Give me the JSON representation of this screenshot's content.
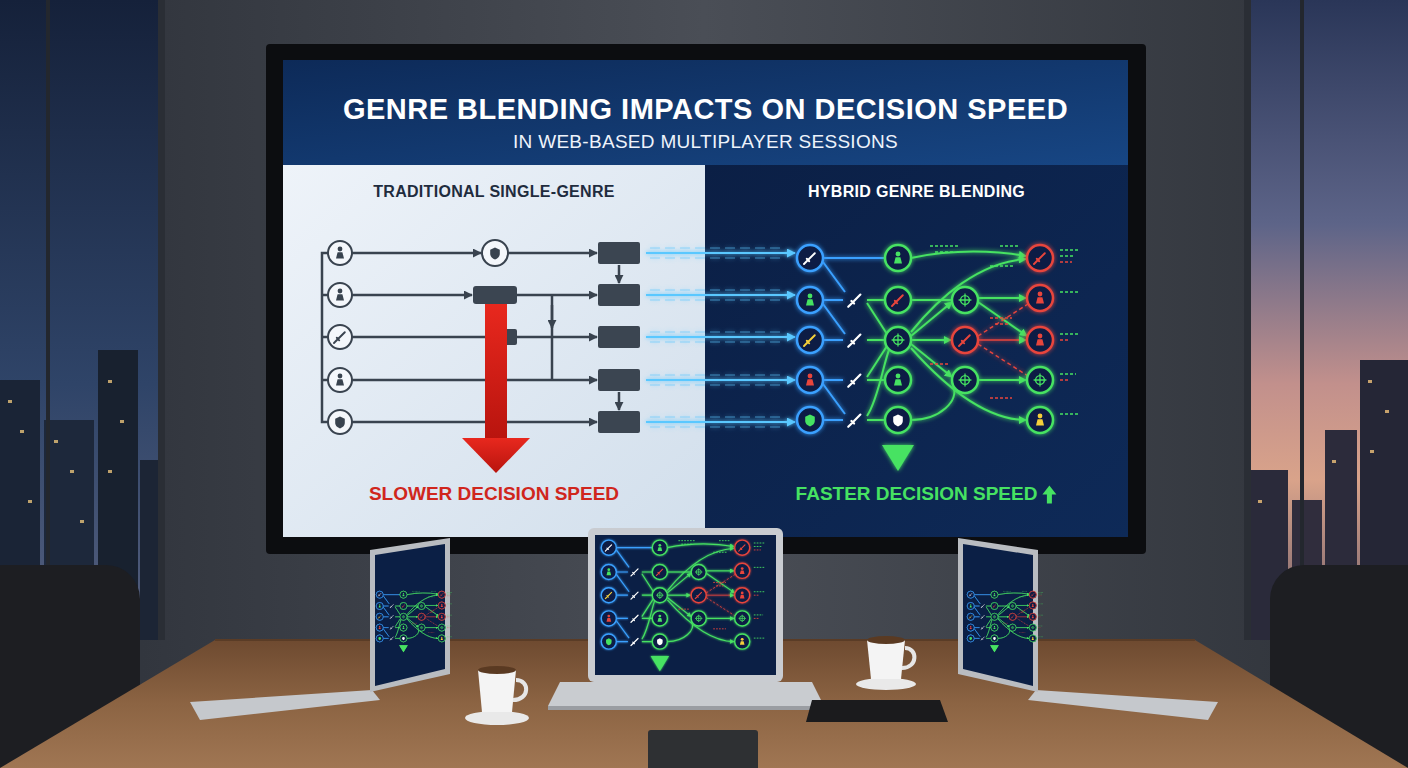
{
  "diagram": {
    "title": "GENRE BLENDING IMPACTS ON DECISION SPEED",
    "nodes": [
      {
        "text": [
          "TRADITIONAL SINGLE-GENRE",
          "SLOWER DECISION SPEED"
        ]
      },
      {
        "text": [
          "HYBRID GENRE BLENDING",
          "FASTER DECISION SPEED"
        ]
      }
    ],
    "labels": [
      "IN WEB-BASED MULTIPLAYER SESSIONS"
    ]
  }
}
